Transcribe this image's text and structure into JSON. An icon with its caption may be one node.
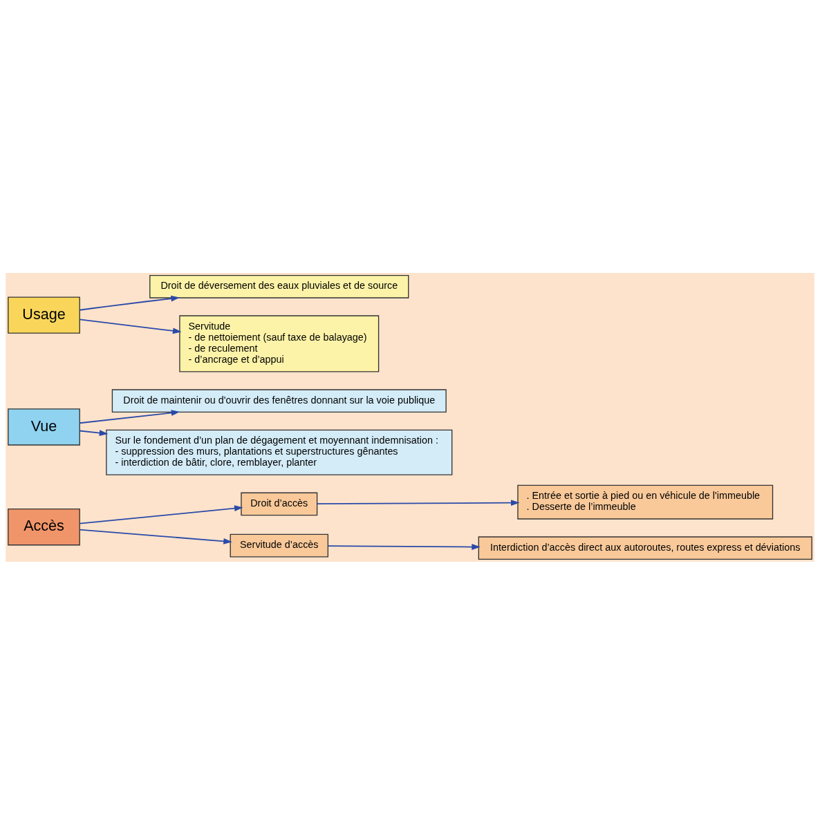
{
  "diagram": {
    "nodes": [
      {
        "text": [
          "Accès"
        ]
      },
      {
        "text": [
          "Droit d’accès"
        ]
      },
      {
        "text": [
          ". Entrée et sortie à pied ou en véhicule de l'immeuble",
          ". Desserte de l’immeuble"
        ]
      },
      {
        "text": [
          "Servitude d’accès"
        ]
      },
      {
        "text": [
          "Interdiction d’accès direct aux autoroutes, routes express et déviations"
        ]
      },
      {
        "text": [
          "Vue"
        ]
      },
      {
        "text": [
          "Droit de maintenir ou d'ouvrir des fenêtres donnant sur la voie publique"
        ]
      },
      {
        "text": [
          "Sur le fondement d’un plan de dégagement et moyennant indemnisation :",
          "- suppression des murs, plantations et superstructures gênantes",
          "- interdiction de bâtir, clore, remblayer, planter"
        ]
      },
      {
        "text": [
          "Usage"
        ]
      },
      {
        "text": [
          "Droit de déversement des eaux pluviales et de source"
        ]
      },
      {
        "text": [
          "Servitude",
          "- de nettoiement (sauf taxe de balayage)",
          "- de reculement",
          "- d’ancrage et d’appui"
        ]
      }
    ],
    "edges": [
      {
        "from": 0,
        "to": 1,
        "arrow": "to"
      },
      {
        "from": 0,
        "to": 3,
        "arrow": "to"
      },
      {
        "from": 1,
        "to": 2,
        "arrow": "to"
      },
      {
        "from": 3,
        "to": 4,
        "arrow": "to"
      },
      {
        "from": 5,
        "to": 6,
        "arrow": "to"
      },
      {
        "from": 5,
        "to": 7,
        "arrow": "to"
      },
      {
        "from": 8,
        "to": 9,
        "arrow": "to"
      },
      {
        "from": 8,
        "to": 10,
        "arrow": "to"
      }
    ]
  }
}
